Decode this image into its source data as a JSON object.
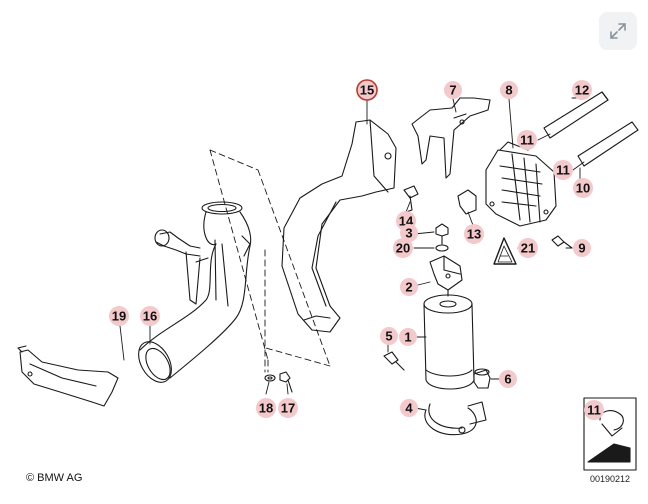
{
  "viewer": {
    "expand_icon": "expand-arrows-icon"
  },
  "diagram": {
    "callouts": [
      {
        "id": "c15",
        "label": "15",
        "highlighted": true
      },
      {
        "id": "c7",
        "label": "7"
      },
      {
        "id": "c8",
        "label": "8"
      },
      {
        "id": "c12",
        "label": "12"
      },
      {
        "id": "c11a",
        "label": "11"
      },
      {
        "id": "c11b",
        "label": "11"
      },
      {
        "id": "c10",
        "label": "10"
      },
      {
        "id": "c14",
        "label": "14"
      },
      {
        "id": "c3",
        "label": "3"
      },
      {
        "id": "c20",
        "label": "20"
      },
      {
        "id": "c13",
        "label": "13"
      },
      {
        "id": "c21",
        "label": "21"
      },
      {
        "id": "c9",
        "label": "9"
      },
      {
        "id": "c2",
        "label": "2"
      },
      {
        "id": "c19",
        "label": "19"
      },
      {
        "id": "c16",
        "label": "16"
      },
      {
        "id": "c5",
        "label": "5"
      },
      {
        "id": "c1",
        "label": "1"
      },
      {
        "id": "c6",
        "label": "6"
      },
      {
        "id": "c4",
        "label": "4"
      },
      {
        "id": "c18",
        "label": "18"
      },
      {
        "id": "c17",
        "label": "17"
      },
      {
        "id": "c11c",
        "label": "11"
      }
    ],
    "copyright": "© BMW AG",
    "document_number": "00190212"
  },
  "colors": {
    "badge_fill": "#f3c9cb",
    "badge_highlight_stroke": "#c0392b",
    "line": "#1a1a1a"
  }
}
